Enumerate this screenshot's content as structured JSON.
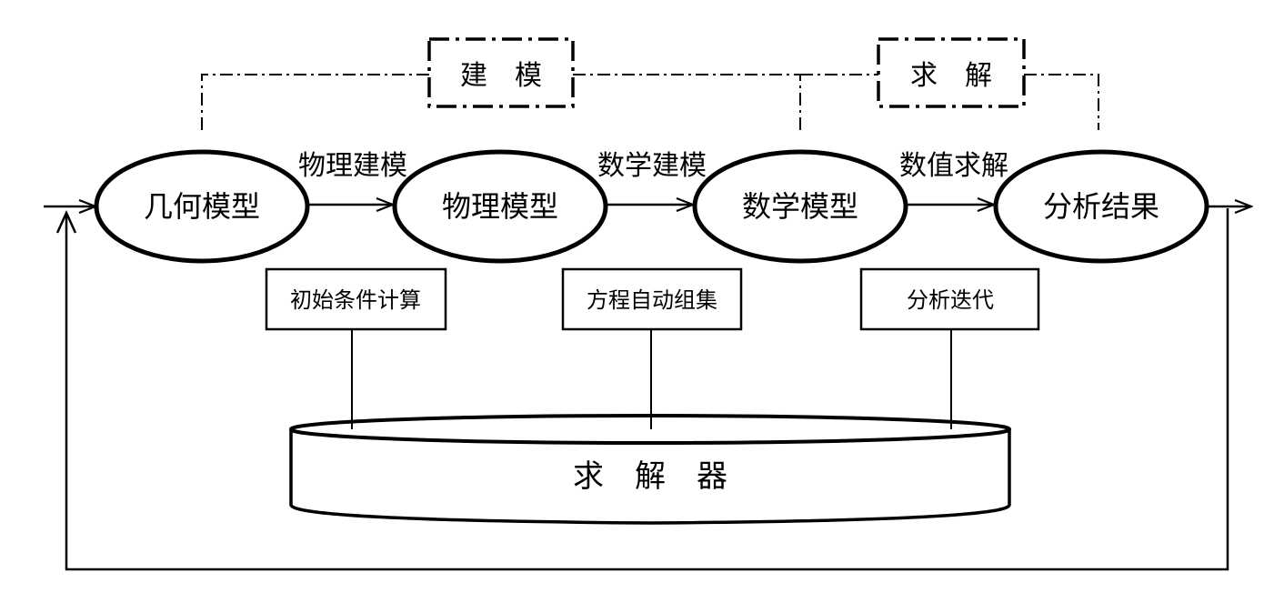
{
  "diagram": {
    "top_groups": [
      {
        "id": "modeling",
        "label": "建　模"
      },
      {
        "id": "solving",
        "label": "求　解"
      }
    ],
    "nodes": [
      {
        "id": "geometry",
        "label": "几何模型"
      },
      {
        "id": "physical",
        "label": "物理模型"
      },
      {
        "id": "mathematical",
        "label": "数学模型"
      },
      {
        "id": "results",
        "label": "分析结果"
      }
    ],
    "edges": [
      {
        "from": "geometry",
        "to": "physical",
        "label": "物理建模"
      },
      {
        "from": "physical",
        "to": "mathematical",
        "label": "数学建模"
      },
      {
        "from": "mathematical",
        "to": "results",
        "label": "数值求解"
      }
    ],
    "modules": [
      {
        "id": "initial-conditions",
        "label": "初始条件计算"
      },
      {
        "id": "equation-assembly",
        "label": "方程自动组集"
      },
      {
        "id": "analysis-iteration",
        "label": "分析迭代"
      }
    ],
    "solver": {
      "label": "求　解　器"
    },
    "colors": {
      "stroke": "#000000",
      "background": "#ffffff"
    }
  }
}
